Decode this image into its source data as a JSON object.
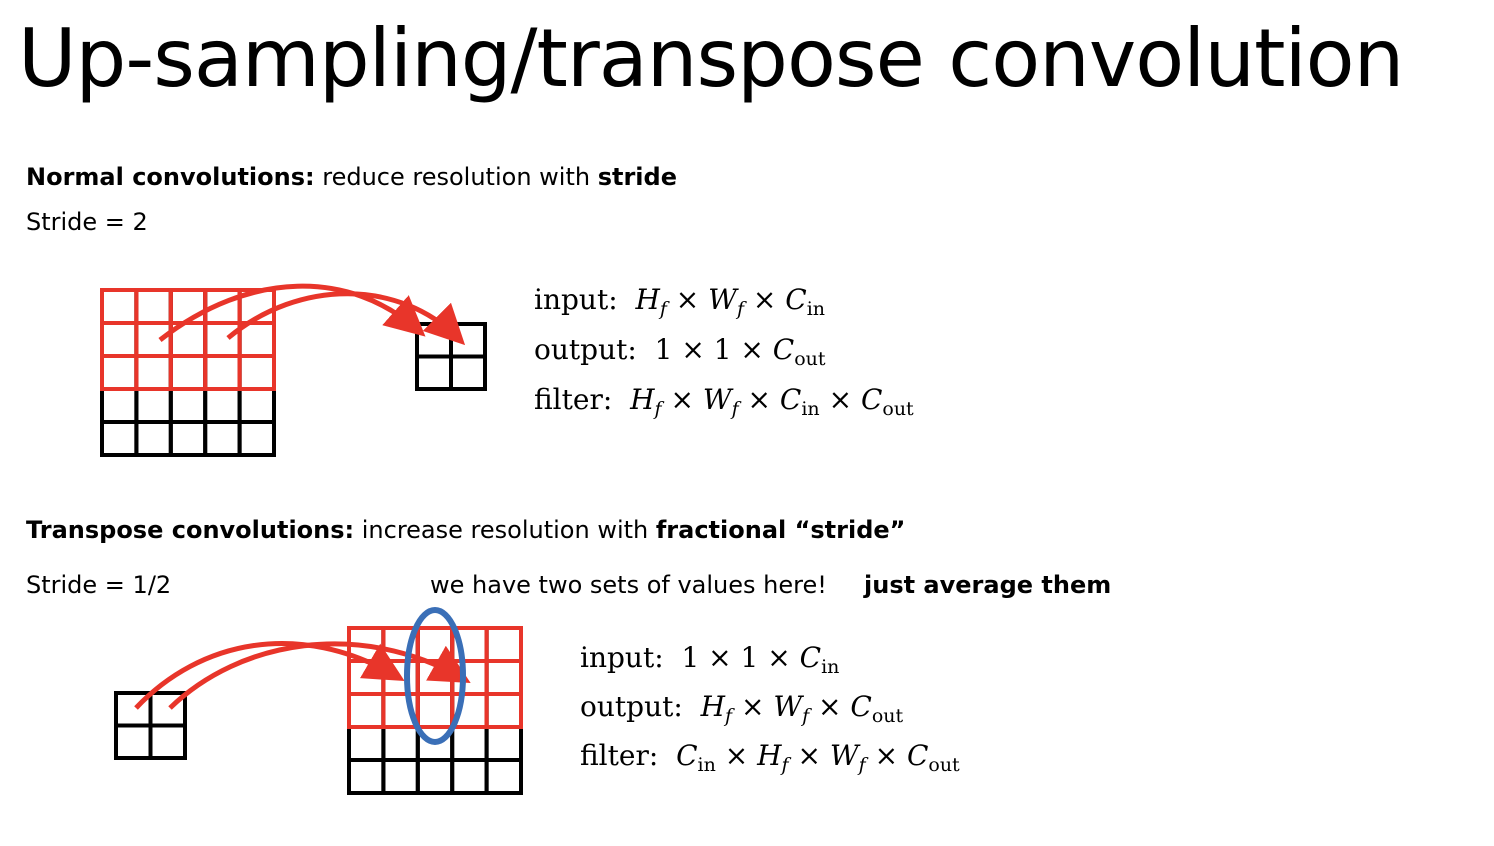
{
  "title": "Up-sampling/transpose convolution",
  "normal": {
    "heading_bold": "Normal convolutions:",
    "heading_text": " reduce resolution with ",
    "heading_bold2": "stride",
    "stride_label": "Stride = 2",
    "formulas": [
      {
        "label": "input:",
        "expr": [
          "H",
          "f",
          "×",
          "W",
          "f",
          "×",
          "C",
          "in"
        ]
      },
      {
        "label": "output:",
        "expr": [
          "1",
          "×",
          "1",
          "×",
          "C",
          "out"
        ]
      },
      {
        "label": "filter:",
        "expr": [
          "H",
          "f",
          "×",
          "W",
          "f",
          "×",
          "C",
          "in",
          "×",
          "C",
          "out"
        ]
      }
    ]
  },
  "transpose": {
    "heading_bold": "Transpose convolutions:",
    "heading_text": " increase resolution with ",
    "heading_bold2": "fractional “stride”",
    "stride_label": "Stride = 1/2",
    "note": "we have two sets of values here!",
    "note_bold": "just average them",
    "formulas": [
      {
        "label": "input:",
        "expr": [
          "1",
          "×",
          "1",
          "×",
          "C",
          "in"
        ]
      },
      {
        "label": "output:",
        "expr": [
          "H",
          "f",
          "×",
          "W",
          "f",
          "×",
          "C",
          "out"
        ]
      },
      {
        "label": "filter:",
        "expr": [
          "C",
          "in",
          "×",
          "H",
          "f",
          "×",
          "W",
          "f",
          "×",
          "C",
          "out"
        ]
      }
    ]
  },
  "colors": {
    "grid_black": "#000000",
    "highlight_red": "#e8352a",
    "overlap_blue": "#3a6fb7"
  }
}
